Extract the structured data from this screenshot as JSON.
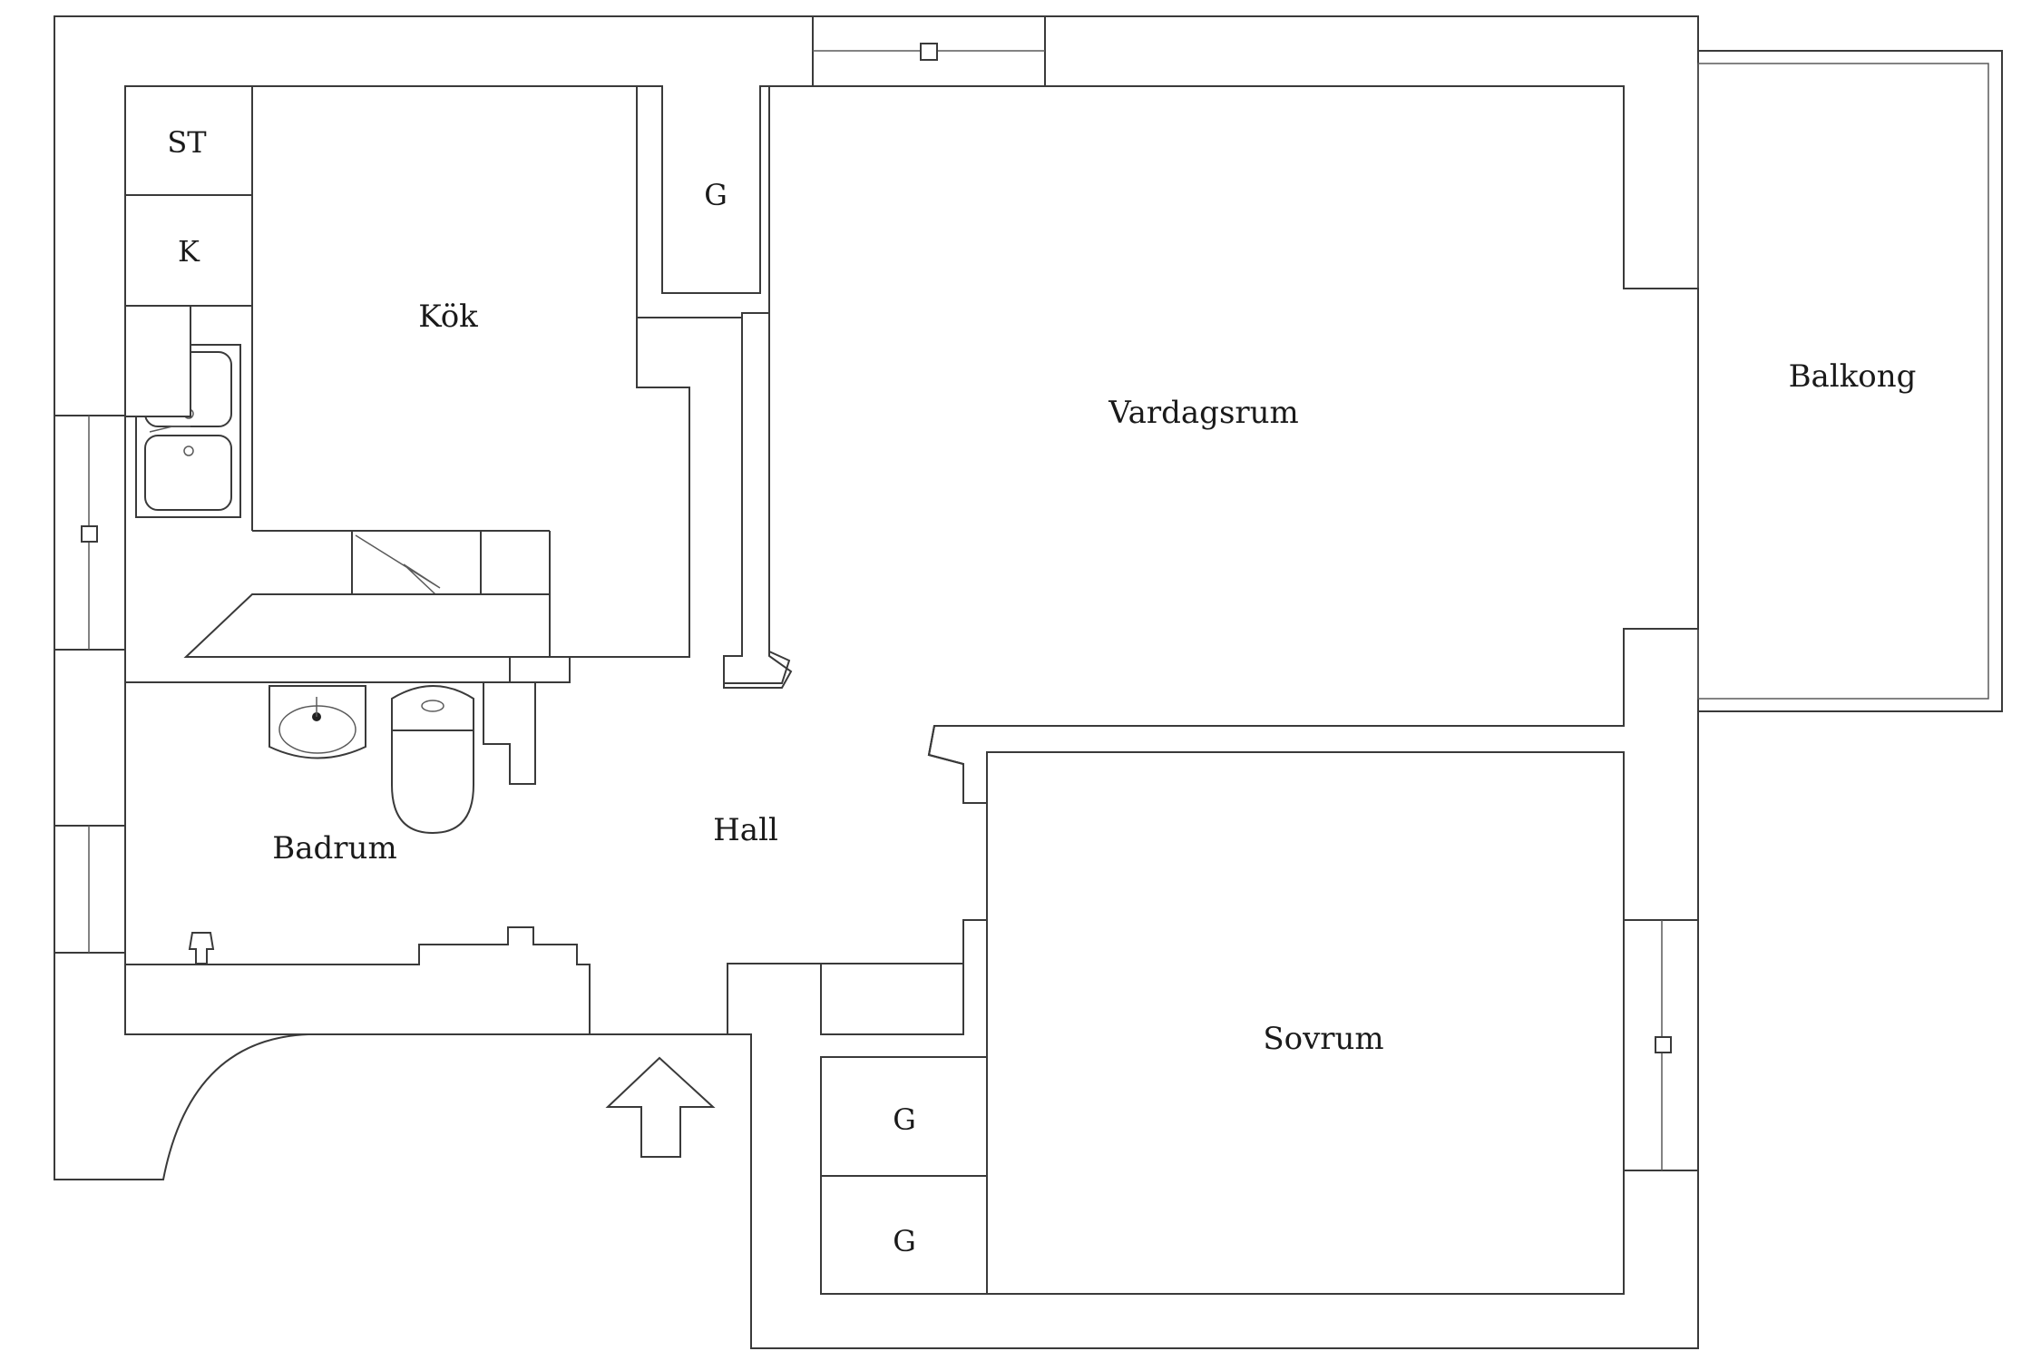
{
  "rooms": {
    "kitchen": "Kök",
    "living_room": "Vardagsrum",
    "balcony": "Balkong",
    "hall": "Hall",
    "bathroom": "Badrum",
    "bedroom": "Sovrum"
  },
  "fixtures": {
    "stove": "ST",
    "fridge": "K",
    "wardrobe_hall": "G",
    "wardrobe_bedroom_1": "G",
    "wardrobe_bedroom_2": "G"
  }
}
